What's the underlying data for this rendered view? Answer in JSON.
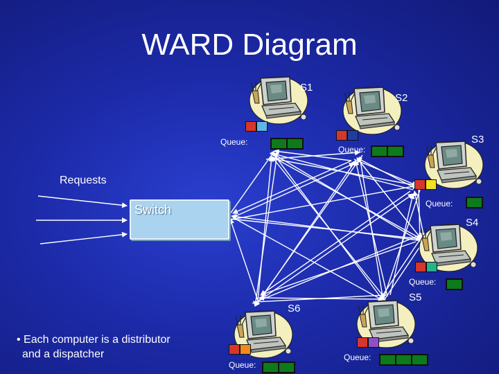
{
  "title": "WARD Diagram",
  "requests_label": "Requests",
  "switch_label": "Switch",
  "note": [
    "• Each computer is a distributor",
    "and a dispatcher"
  ],
  "colors": {
    "background": "#1c2aa8",
    "queue_item": "#0d7a1c",
    "switch_fill": "#a9d3ef",
    "arrow": "#ffffff"
  },
  "servers": [
    {
      "name": "S1",
      "queue_label": "Queue:",
      "slots": [
        "#d6362b",
        "#62b4e6"
      ],
      "queue": [
        "#0d7a1c",
        "#0d7a1c"
      ]
    },
    {
      "name": "S2",
      "queue_label": "Queue:",
      "slots": [
        "#d6362b",
        "#1e3fa0"
      ],
      "queue": [
        "#0d7a1c",
        "#0d7a1c"
      ]
    },
    {
      "name": "S3",
      "queue_label": "Queue:",
      "slots": [
        "#d6362b",
        "#f0e21c"
      ],
      "queue": [
        "#0d7a1c"
      ]
    },
    {
      "name": "S4",
      "queue_label": "Queue:",
      "slots": [
        "#d6362b",
        "#29b08e"
      ],
      "queue": [
        "#0d7a1c"
      ]
    },
    {
      "name": "S5",
      "queue_label": "Queue:",
      "slots": [
        "#d6362b",
        "#8f4fc6"
      ],
      "queue": [
        "#0d7a1c",
        "#0d7a1c",
        "#0d7a1c"
      ]
    },
    {
      "name": "S6",
      "queue_label": "Queue:",
      "slots": [
        "#d6362b",
        "#f08a1c"
      ],
      "queue": [
        "#0d7a1c",
        "#0d7a1c"
      ]
    }
  ]
}
